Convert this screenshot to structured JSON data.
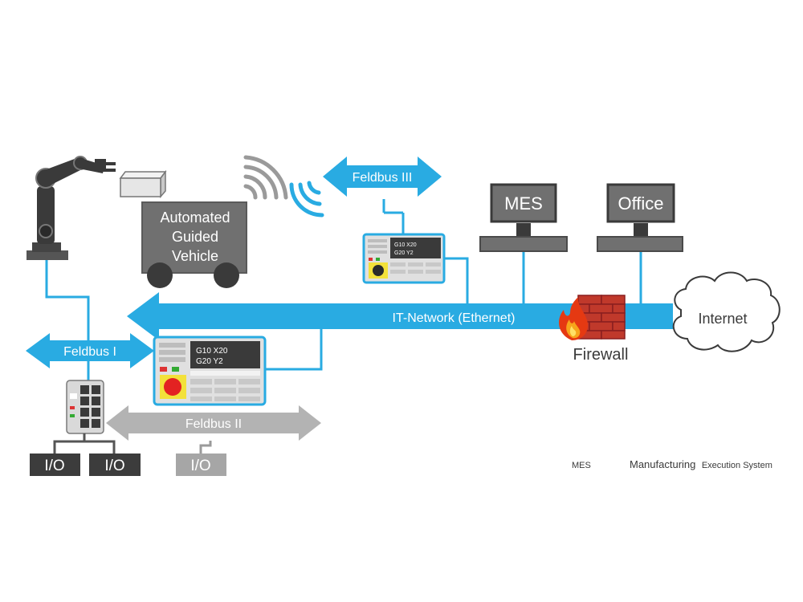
{
  "labels": {
    "agv": [
      "Automated",
      "Guided",
      "Vehicle"
    ],
    "feldbus_1": "Feldbus I",
    "feldbus_2": "Feldbus II",
    "feldbus_3": "Feldbus III",
    "it_network": "IT-Network (Ethernet)",
    "firewall": "Firewall",
    "internet": "Internet",
    "mes": "MES",
    "office": "Office",
    "io": [
      "I/O",
      "I/O",
      "I/O"
    ],
    "cnc_large": [
      "G10 X20",
      "G20 Y2"
    ],
    "cnc_small": [
      "G10 X20",
      "G20 Y2"
    ]
  },
  "legend": {
    "abbr": "MES",
    "term_first": "Manufacturing",
    "term_rest": "Execution System"
  },
  "colors": {
    "network": "#29abe2",
    "device_gray": "#707070",
    "dark": "#3a3a3a",
    "light_gray": "#a6a6a6",
    "arrow_gray": "#b3b3b3",
    "brick": "#c0392b",
    "io_dark": "#3c3c3c"
  }
}
